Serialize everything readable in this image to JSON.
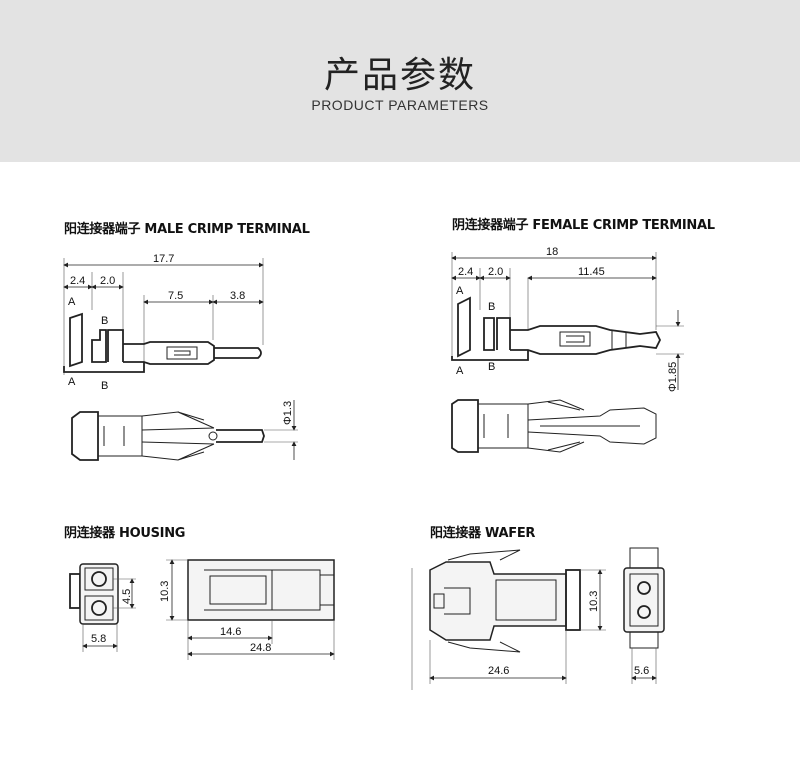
{
  "header": {
    "title": "产品参数",
    "subtitle": "PRODUCT PARAMETERS"
  },
  "sections": {
    "male": {
      "title": "阳连接器端子 MALE CRIMP TERMINAL",
      "dims": {
        "total": "17.7",
        "a": "2.4",
        "b": "2.0",
        "c": "7.5",
        "d": "3.8",
        "dia": "Φ1.3"
      },
      "labels": {
        "a_top": "A",
        "b_top": "B",
        "a_bot": "A",
        "b_bot": "B"
      }
    },
    "female": {
      "title": "阴连接器端子 FEMALE CRIMP TERMINAL",
      "dims": {
        "total": "18",
        "a": "2.4",
        "b": "2.0",
        "c": "11.45",
        "dia": "Φ1.85"
      },
      "labels": {
        "a_top": "A",
        "b_top": "B",
        "a_bot": "A",
        "b_bot": "B"
      }
    },
    "housing": {
      "title": "阴连接器 HOUSING",
      "dims": {
        "h1": "4.5",
        "h2": "10.3",
        "w1": "5.8",
        "w2": "14.6",
        "w3": "24.8"
      }
    },
    "wafer": {
      "title": "阳连接器 WAFER",
      "dims": {
        "h": "10.3",
        "w": "24.6",
        "w2": "5.6"
      }
    }
  }
}
